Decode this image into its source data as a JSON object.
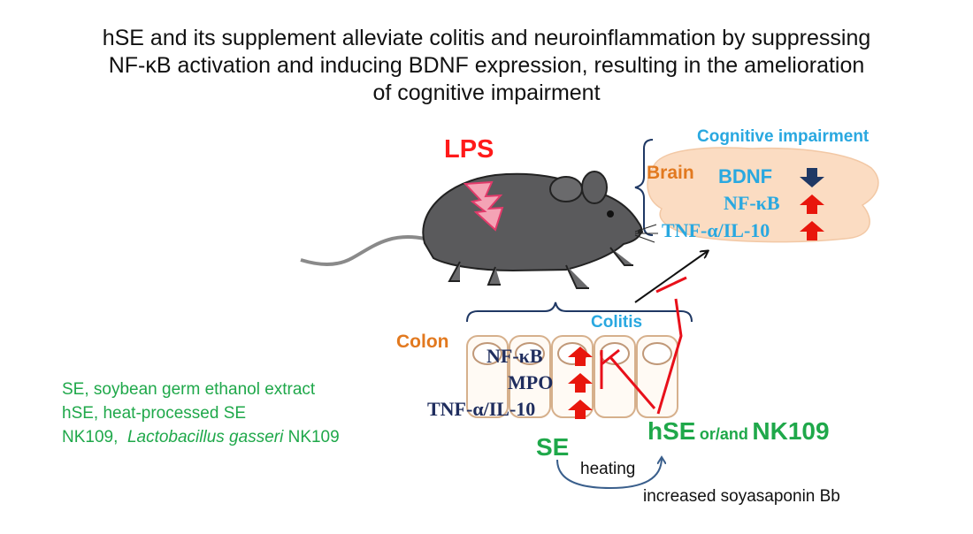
{
  "title_lines": [
    "hSE and its supplement alleviate colitis and neuroinflammation  by suppressing",
    "NF-κB activation and inducing BDNF expression, resulting in the amelioration",
    "of cognitive impairment"
  ],
  "lps": "LPS",
  "brain": {
    "heading": "Cognitive impairment",
    "organ_label": "Brain",
    "markers": [
      {
        "label": "BDNF",
        "direction": "down"
      },
      {
        "label": "NF-κB",
        "direction": "up"
      },
      {
        "label": "TNF-α/IL-10",
        "direction": "up"
      }
    ]
  },
  "colon": {
    "heading": "Colitis",
    "organ_label": "Colon",
    "markers": [
      {
        "label": "NF-κB",
        "direction": "up"
      },
      {
        "label": "MPO",
        "direction": "up"
      },
      {
        "label": "TNF-α/IL-10",
        "direction": "up"
      }
    ]
  },
  "treatment": {
    "main": "hSE",
    "connector": "or/and",
    "probiotic": "NK109",
    "se": "SE",
    "process": "heating",
    "result": "increased soyasaponin Bb"
  },
  "legend": [
    {
      "text": "SE, soybean germ ethanol extract"
    },
    {
      "text": "hSE, heat-processed SE"
    },
    {
      "prefix": "NK109,  ",
      "italic": "Lactobacillus gasseri",
      "suffix": " NK109"
    }
  ],
  "colors": {
    "lps": "#ff1a1a",
    "cyan": "#29a8e0",
    "orange": "#e2791f",
    "navy": "#1f2d5e",
    "green": "#1fa84a",
    "up_arrow": "#e8160c",
    "down_arrow": "#1f3864",
    "inhibit": "#e8101a",
    "brain_fill": "#fbdcc2",
    "mouse": "#5a5a5c"
  }
}
